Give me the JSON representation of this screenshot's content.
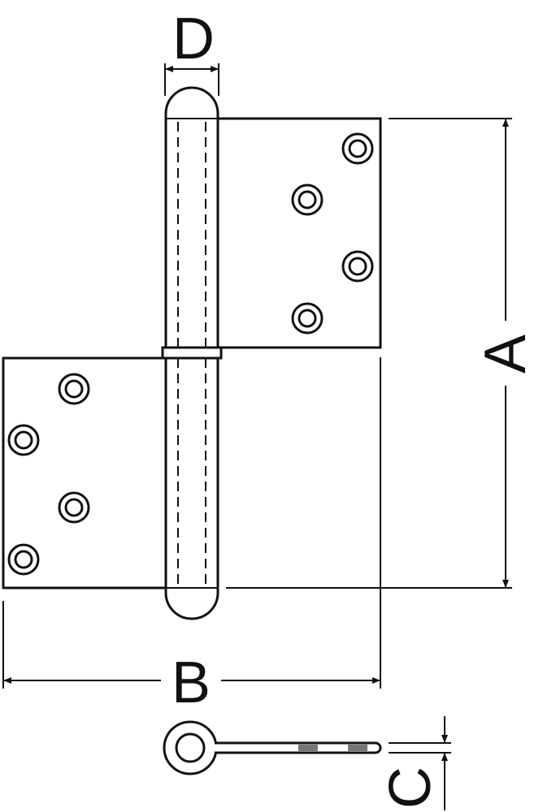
{
  "labels": {
    "a": "A",
    "b": "B",
    "c": "C",
    "d": "D"
  },
  "colors": {
    "stroke": "#111111",
    "background": "#ffffff",
    "knuckle": "#f2f2f2"
  }
}
